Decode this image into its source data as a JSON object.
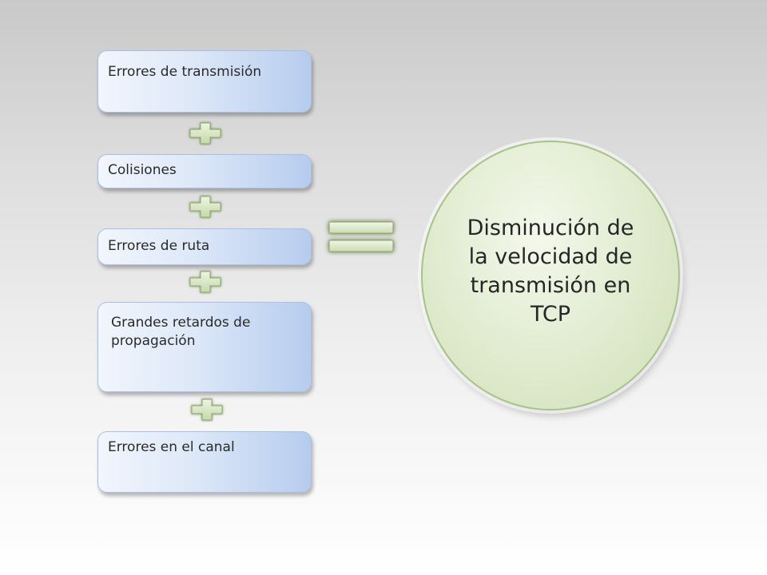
{
  "causes": [
    {
      "label": "Errores de transmisión"
    },
    {
      "label": "Colisiones"
    },
    {
      "label": "Errores de ruta"
    },
    {
      "label": "Grandes retardos de propagación"
    },
    {
      "label": "Errores en el canal"
    }
  ],
  "result": {
    "label": "Disminución de la velocidad de transmisión en TCP"
  },
  "colors": {
    "box_fill": "#dde8f8",
    "box_edge": "#b6ccee",
    "operator_fill": "#d6e4c3",
    "operator_glow": "#4f6228",
    "circle_fill": "#e3edd3",
    "circle_border": "#a7c38a"
  }
}
